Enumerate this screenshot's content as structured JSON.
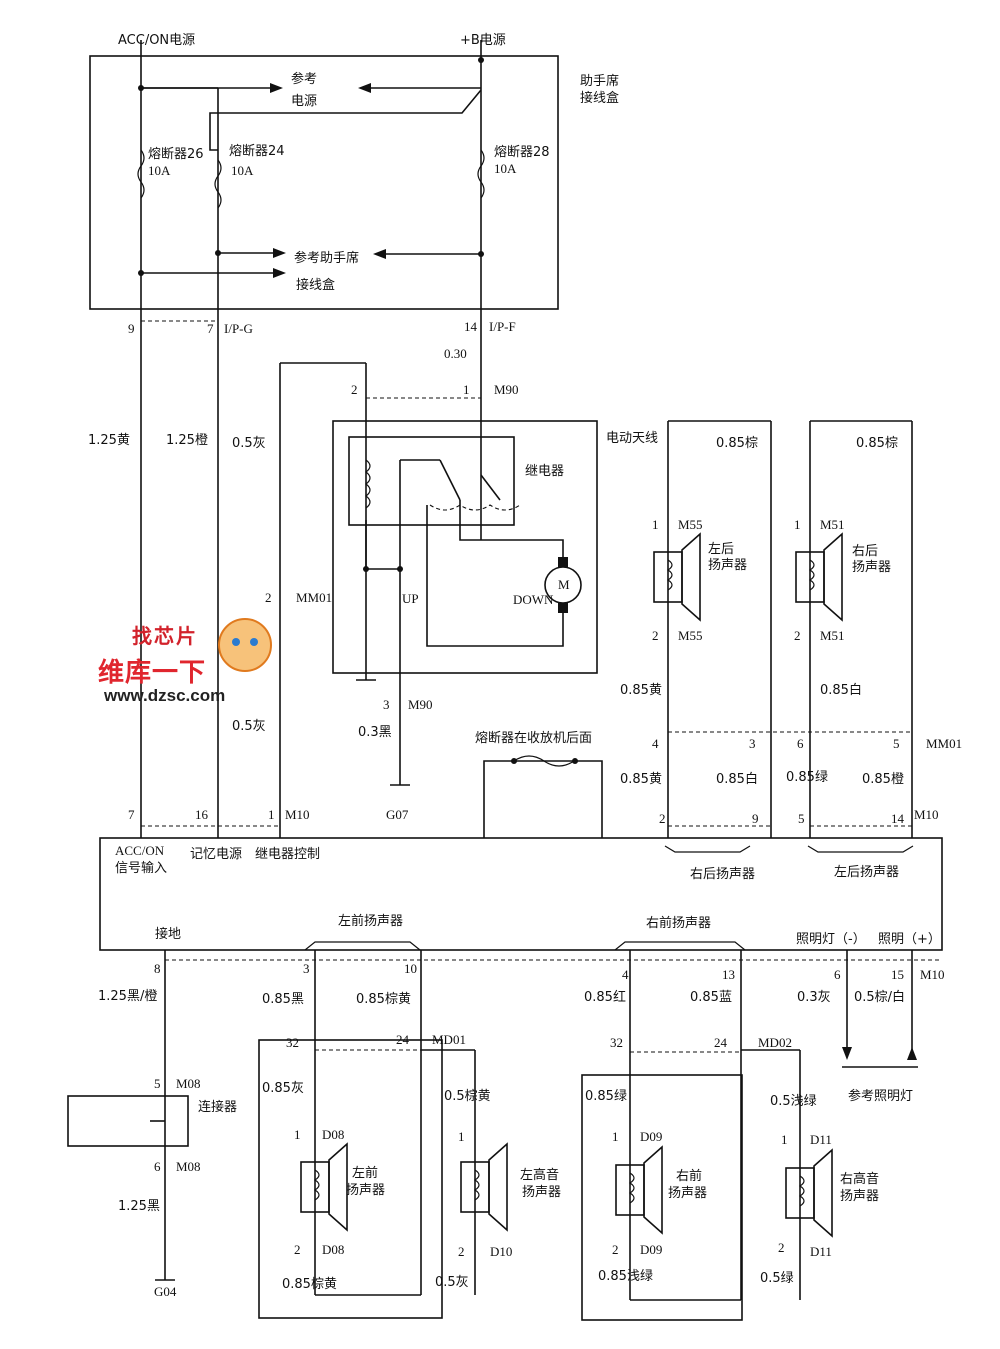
{
  "header": {
    "acc_on_power": "ACC/ON电源",
    "b_plus_power": "+B电源"
  },
  "junction_box": {
    "label_line1": "助手席",
    "label_line2": "接线盒",
    "ref_power_line1": "参考",
    "ref_power_line2": "电源",
    "ref_junction_line1": "参考助手席",
    "ref_junction_line2": "接线盒"
  },
  "fuses": [
    {
      "name": "熔断器26",
      "rating": "10A"
    },
    {
      "name": "熔断器24",
      "rating": "10A"
    },
    {
      "name": "熔断器28",
      "rating": "10A"
    }
  ],
  "pins_top": {
    "p9": "9",
    "p7": "7",
    "ipg": "I/P-G",
    "p14": "14",
    "ipf": "I/P-F"
  },
  "wires": {
    "w030": "0.30",
    "w125y": "1.25黄",
    "w125o": "1.25橙",
    "w05g": "0.5灰",
    "w05g2": "0.5灰",
    "w03b": "0.3黑",
    "w085br1": "0.85棕",
    "w085br2": "0.85棕",
    "w085y1": "0.85黄",
    "w085w1": "0.85白",
    "w085y2": "0.85黄",
    "w085w2": "0.85白",
    "w085gr": "0.85绿",
    "w085or": "0.85橙",
    "w125bo": "1.25黑/橙",
    "w125b": "1.25黑",
    "w085bk": "0.85黑",
    "w085by": "0.85棕黄",
    "w085red": "0.85红",
    "w085blue": "0.85蓝",
    "w03gray": "0.3灰",
    "w05bw": "0.5棕/白",
    "w085gray": "0.85灰",
    "w05by": "0.5棕黄",
    "w085grn": "0.85绿",
    "w05lg": "0.5浅绿",
    "w085by2": "0.85棕黄",
    "w05g3": "0.5灰",
    "w085lg": "0.85浅绿",
    "w05grn": "0.5绿"
  },
  "connectors": {
    "m90_2": "2",
    "m90_1": "1",
    "m90": "M90",
    "mm01_2": "2",
    "mm01": "MM01",
    "m90_3": "3",
    "m90b": "M90",
    "g07": "G07",
    "m55_1": "1",
    "m55a": "M55",
    "m55_2": "2",
    "m55b": "M55",
    "m51_1": "1",
    "m51a": "M51",
    "m51_2": "2",
    "m51b": "M51",
    "mm01_4": "4",
    "mm01_3": "3",
    "mm01_6": "6",
    "mm01_5": "5",
    "mm01b": "MM01",
    "m10_7": "7",
    "m10_16": "16",
    "m10_1": "1",
    "m10a": "M10",
    "m10_2": "2",
    "m10_9": "9",
    "m10_5": "5",
    "m10_14": "14",
    "m10b": "M10",
    "b8": "8",
    "b3": "3",
    "b10": "10",
    "b4": "4",
    "b13": "13",
    "b6": "6",
    "b15": "15",
    "m10c": "M10",
    "m08_5": "5",
    "m08a": "M08",
    "m08_6": "6",
    "m08b": "M08",
    "g04": "G04",
    "md01_32": "32",
    "md01_24": "24",
    "md01": "MD01",
    "md02_32": "32",
    "md02_24": "24",
    "md02": "MD02",
    "d08_1": "1",
    "d08a": "D08",
    "d08_2": "2",
    "d08b": "D08",
    "d10_1": "1",
    "d10_2": "2",
    "d10": "D10",
    "d09_1": "1",
    "d09a": "D09",
    "d09_2": "2",
    "d09b": "D09",
    "d11_1": "1",
    "d11a": "D11",
    "d11_2": "2",
    "d11b": "D11"
  },
  "relay": {
    "label": "继电器",
    "up": "UP",
    "down": "DOWN",
    "motor": "M"
  },
  "antenna": {
    "label": "电动天线"
  },
  "speakers": {
    "rear_left_1": "左后",
    "rear_left_2": "扬声器",
    "rear_right_1": "右后",
    "rear_right_2": "扬声器",
    "front_left_1": "左前",
    "front_left_2": "扬声器",
    "tweeter_left_1": "左高音",
    "tweeter_left_2": "扬声器",
    "front_right_1": "右前",
    "front_right_2": "扬声器",
    "tweeter_right_1": "右高音",
    "tweeter_right_2": "扬声器"
  },
  "fuse_note": "熔断器在收放机后面",
  "radio": {
    "acc_on": "ACC/ON",
    "signal_in": "信号输入",
    "mem_power": "记忆电源",
    "relay_ctrl": "继电器控制",
    "rear_right_spk": "右后扬声器",
    "rear_left_spk": "左后扬声器",
    "ground": "接地",
    "front_left_spk": "左前扬声器",
    "front_right_spk": "右前扬声器",
    "illum_neg": "照明灯（-）",
    "illum_pos": "照明（+）"
  },
  "connector_box": {
    "label": "连接器"
  },
  "ref_illum": "参考照明灯",
  "logo": {
    "line1": "找芯片",
    "line2": "维库一下",
    "line3": "www.dzsc.com"
  }
}
